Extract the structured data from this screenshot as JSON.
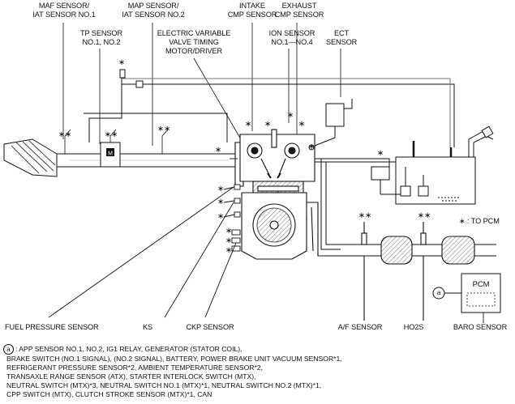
{
  "labels": {
    "maf_iat": [
      "MAF SENSOR/",
      "IAT SENSOR NO.1"
    ],
    "map_iat": [
      "MAP SENSOR/",
      "IAT SENSOR NO.2"
    ],
    "intake_cmp": [
      "INTAKE",
      "CMP SENSOR"
    ],
    "exhaust_cmp": [
      "EXHAUST",
      "CMP SENSOR"
    ],
    "tp": [
      "TP SENSOR",
      "NO.1, NO.2"
    ],
    "evvt": [
      "ELECTRIC VARIABLE",
      "VALVE TIMING",
      "MOTOR/DRIVER"
    ],
    "ion": [
      "ION SENSOR",
      "NO.1—NO.4"
    ],
    "ect": [
      "ECT",
      "SENSOR"
    ],
    "fuel_pressure": "FUEL PRESSURE SENSOR",
    "ks": "KS",
    "ckp": "CKP SENSOR",
    "af": "A/F SENSOR",
    "ho2s": "HO2S",
    "baro": "BARO SENSOR",
    "pcm": "PCM",
    "to_pcm": "∗ : TO PCM",
    "circle_a": "a"
  },
  "notes": [
    ": APP SENSOR NO.1, NO.2, IG1 RELAY, GENERATOR (STATOR COIL),",
    "BRAKE SWITCH (NO.1 SIGNAL), (NO.2 SIGNAL), BATTERY, POWER BRAKE UNIT VACUUM SENSOR*1,",
    "REFRIGERANT PRESSURE SENSOR*2, AMBIENT TEMPERATURE SENSOR*2,",
    "TRANSAXLE RANGE SENSOR (ATX), STARTER INTERLOCK SWITCH (MTX),",
    "NEUTRAL SWITCH (MTX)*3, NEUTRAL SWITCH NO.1 (MTX)*1, NEUTRAL SWITCH NO.2 (MTX)*1,",
    "CPP SWITCH (MTX), CLUTCH STROKE SENSOR (MTX)*1, CAN"
  ],
  "glyphs": {
    "asterisk": "∗",
    "double_asterisk": "∗∗"
  }
}
